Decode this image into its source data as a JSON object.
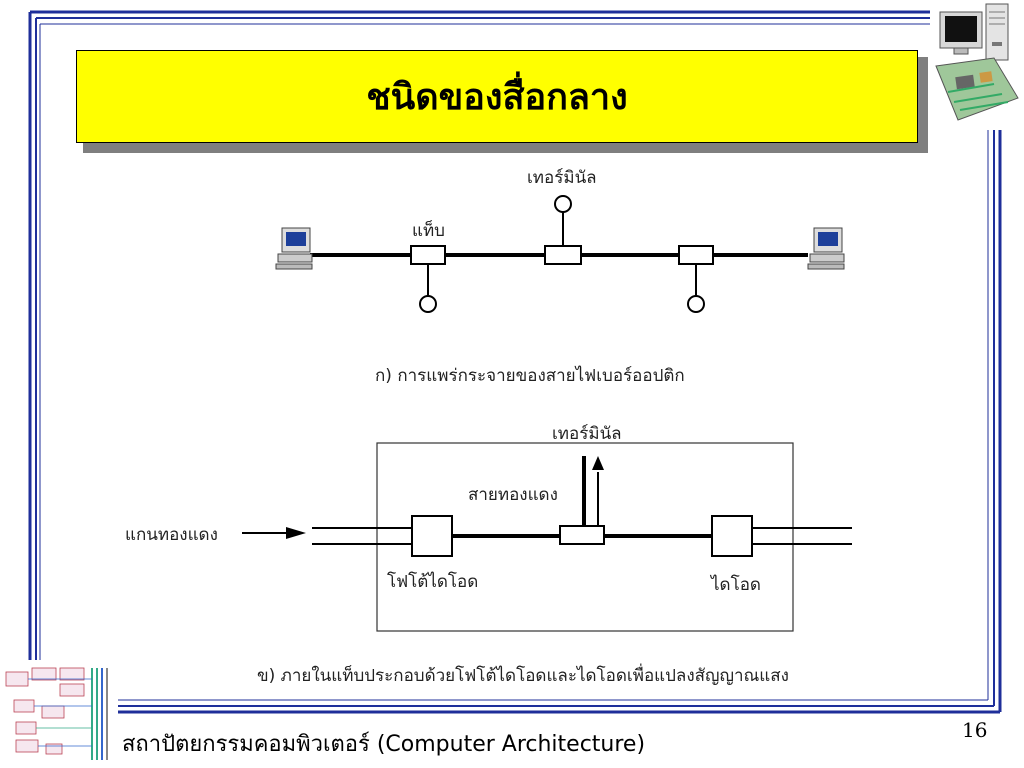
{
  "slide": {
    "title": "ชนิดของสื่อกลาง",
    "page_number": "16",
    "footer_thai": "สถาปัตยกรรมคอมพิวเตอร์",
    "footer_english": "(Computer Architecture)"
  },
  "diagram_a": {
    "terminal_label": "เทอร์มินัล",
    "tap_label": "แท็บ",
    "caption": "ก) การแพร่กระจายของสายไฟเบอร์ออปติก"
  },
  "diagram_b": {
    "terminal_label": "เทอร์มินัล",
    "copper_wire_label": "สายทองแดง",
    "copper_core_label": "แกนทองแดง",
    "photodiode_label": "โฟโต้ไดโอด",
    "diode_label": "ไดโอด",
    "caption": "ข)  ภายในแท็บประกอบด้วยโฟโต้ไดโอดและไดโอดเพื่อแปลงสัญญาณแสง"
  },
  "colors": {
    "frame_blue": "#1f2f9a",
    "title_yellow": "#ffff00"
  }
}
